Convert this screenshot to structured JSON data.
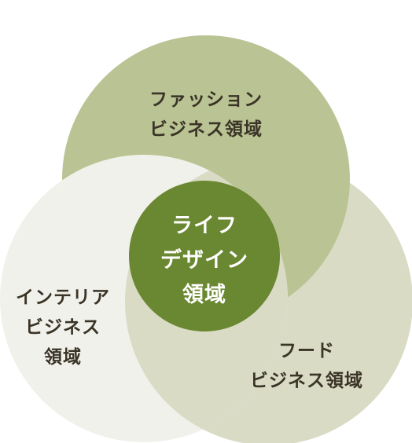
{
  "colors": {
    "fashion_circle": "#bac393",
    "food_circle": "#d9dbc5",
    "interior_circle": "#f1f1eb",
    "center_circle": "#6a8731",
    "label_text": "#3a3427",
    "center_text": "#ffffff"
  },
  "circles": {
    "fashion": {
      "lines": [
        "ファッション",
        "ビジネス領域"
      ]
    },
    "interior": {
      "lines": [
        "インテリア",
        "ビジネス",
        "領域"
      ]
    },
    "food": {
      "lines": [
        "フード",
        "ビジネス領域"
      ]
    },
    "center": {
      "lines": [
        "ライフ",
        "デザイン",
        "領域"
      ]
    }
  }
}
